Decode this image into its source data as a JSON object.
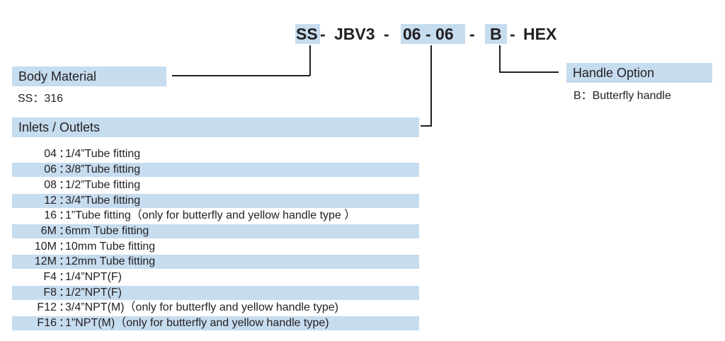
{
  "part_number": {
    "seg1": "SS",
    "dash1": "-",
    "seg2": "JBV3",
    "dash2": "-",
    "seg3": "06 - 06",
    "dash3": "-",
    "seg4": "B",
    "dash4": "-",
    "seg5": "HEX"
  },
  "body_material": {
    "title": "Body Material",
    "value": "SS：316"
  },
  "handle_option": {
    "title": "Handle Option",
    "value": "B：Butterfly handle"
  },
  "inlets_outlets": {
    "title": "Inlets / Outlets",
    "rows": [
      {
        "code": "04",
        "desc": "1/4”Tube fitting"
      },
      {
        "code": "06",
        "desc": "3/8”Tube fitting"
      },
      {
        "code": "08",
        "desc": "1/2”Tube fitting"
      },
      {
        "code": "12",
        "desc": "3/4”Tube fitting"
      },
      {
        "code": "16",
        "desc": "1”Tube fitting（only for butterfly and yellow handle type ）"
      },
      {
        "code": "6M",
        "desc": "6mm Tube fitting"
      },
      {
        "code": "10M",
        "desc": "10mm Tube fitting"
      },
      {
        "code": "12M",
        "desc": "12mm Tube fitting"
      },
      {
        "code": "F4",
        "desc": "1/4”NPT(F)"
      },
      {
        "code": "F8",
        "desc": "1/2”NPT(F)"
      },
      {
        "code": "F12",
        "desc": "3/4”NPT(M)（only for butterfly and yellow handle type)"
      },
      {
        "code": "F16",
        "desc": "1”NPT(M)（only for butterfly and yellow handle type)"
      }
    ],
    "separator": "："
  },
  "colors": {
    "highlight": "#c6dcef",
    "text": "#231f20"
  }
}
